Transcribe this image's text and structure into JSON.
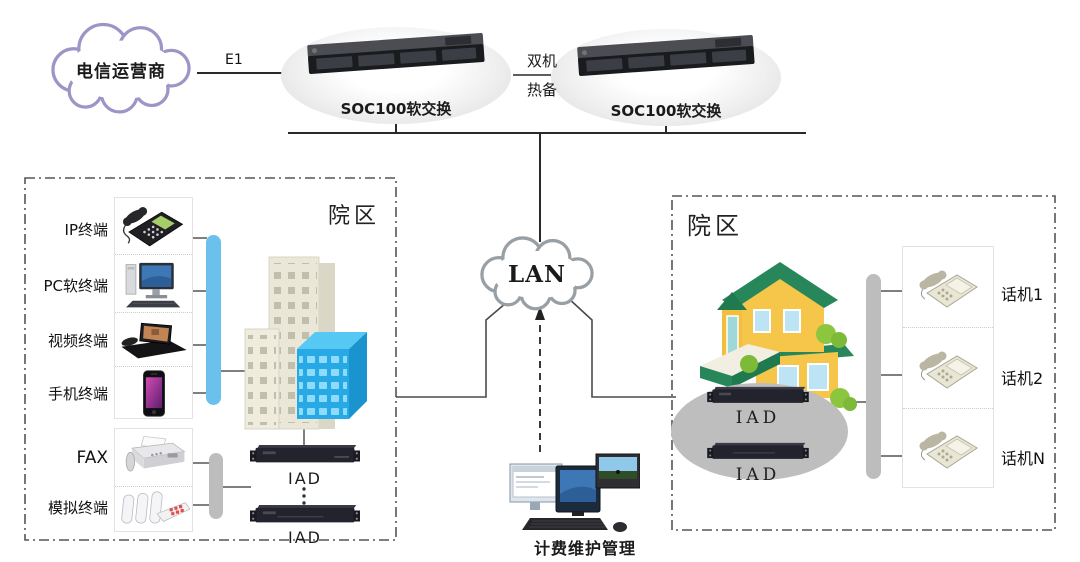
{
  "top": {
    "telecom_cloud_label": "电信运营商",
    "e1_label": "E1",
    "softswitch_a_label": "SOC100软交换",
    "softswitch_b_label": "SOC100软交换",
    "ha_line1": "双机",
    "ha_line2": "热备"
  },
  "center": {
    "lan_label": "LAN",
    "billing_label": "计费维护管理"
  },
  "left_campus": {
    "title": "院区",
    "terminal_labels": [
      "IP终端",
      "PC软终端",
      "视频终端",
      "手机终端"
    ],
    "fax_label": "FAX",
    "analog_label": "模拟终端",
    "iad_labels": [
      "IAD",
      "IAD"
    ]
  },
  "right_campus": {
    "title": "院区",
    "iad_labels": [
      "IAD",
      "IAD"
    ],
    "phone_labels": [
      "话机1",
      "话机2",
      "话机N"
    ]
  },
  "colors": {
    "capsule_blue": "#6CC0EE",
    "capsule_gray": "#BDBDBD",
    "iad_body": "#23232D",
    "building_blue": "#27A9E5",
    "house_yellow": "#F6C64A",
    "roof_green": "#27875A",
    "lan_cloud_stroke": "#98A0A6",
    "telecom_cloud_stroke": "#9B96C6"
  }
}
